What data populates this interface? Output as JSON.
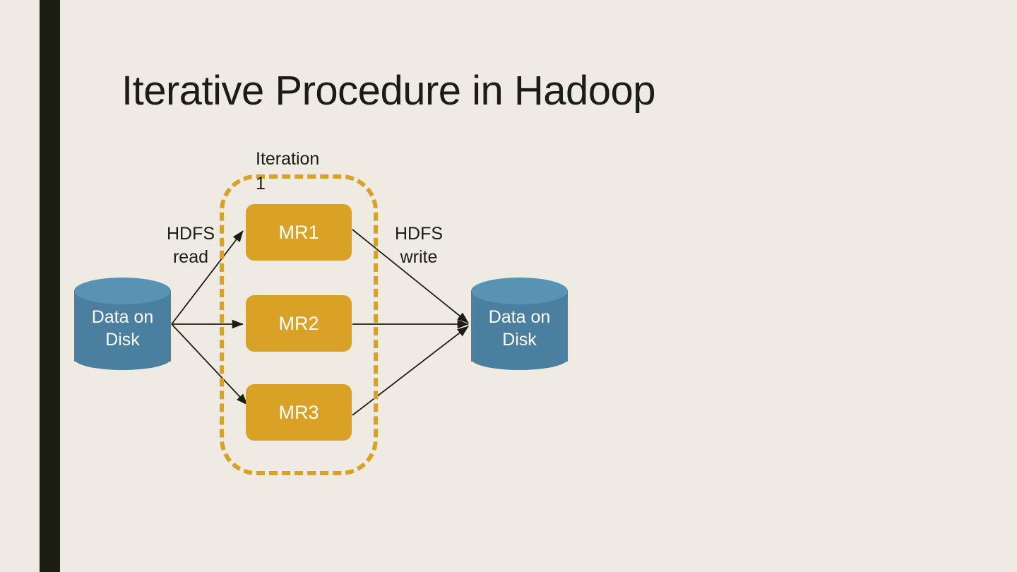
{
  "slide": {
    "title": "Iterative Procedure in Hadoop",
    "background_color": "#EFEBE3",
    "accent_bar_color": "#1B1D11",
    "title_color": "#1B1D11"
  },
  "diagram": {
    "source_store": {
      "label_line1": "Data on",
      "label_line2": "Disk",
      "fill_color": "#4A7FA0",
      "top_color": "#5893B4",
      "text_color": "#FFFFFF"
    },
    "target_store": {
      "label_line1": "Data on",
      "label_line2": "Disk",
      "fill_color": "#4A7FA0",
      "top_color": "#5893B4",
      "text_color": "#FFFFFF"
    },
    "iteration_group": {
      "label_line1": "Iteration",
      "label_line2": "1",
      "border_color": "#D9A227",
      "border_style": "dashed"
    },
    "jobs": [
      {
        "label": "MR1",
        "fill_color": "#D9A227",
        "text_color": "#FFFFFF"
      },
      {
        "label": "MR2",
        "fill_color": "#D9A227",
        "text_color": "#FFFFFF"
      },
      {
        "label": "MR3",
        "fill_color": "#D9A227",
        "text_color": "#FFFFFF"
      }
    ],
    "edge_labels": {
      "read_line1": "HDFS",
      "read_line2": "read",
      "write_line1": "HDFS",
      "write_line2": "write"
    },
    "arrow_color": "#1B1D11"
  }
}
